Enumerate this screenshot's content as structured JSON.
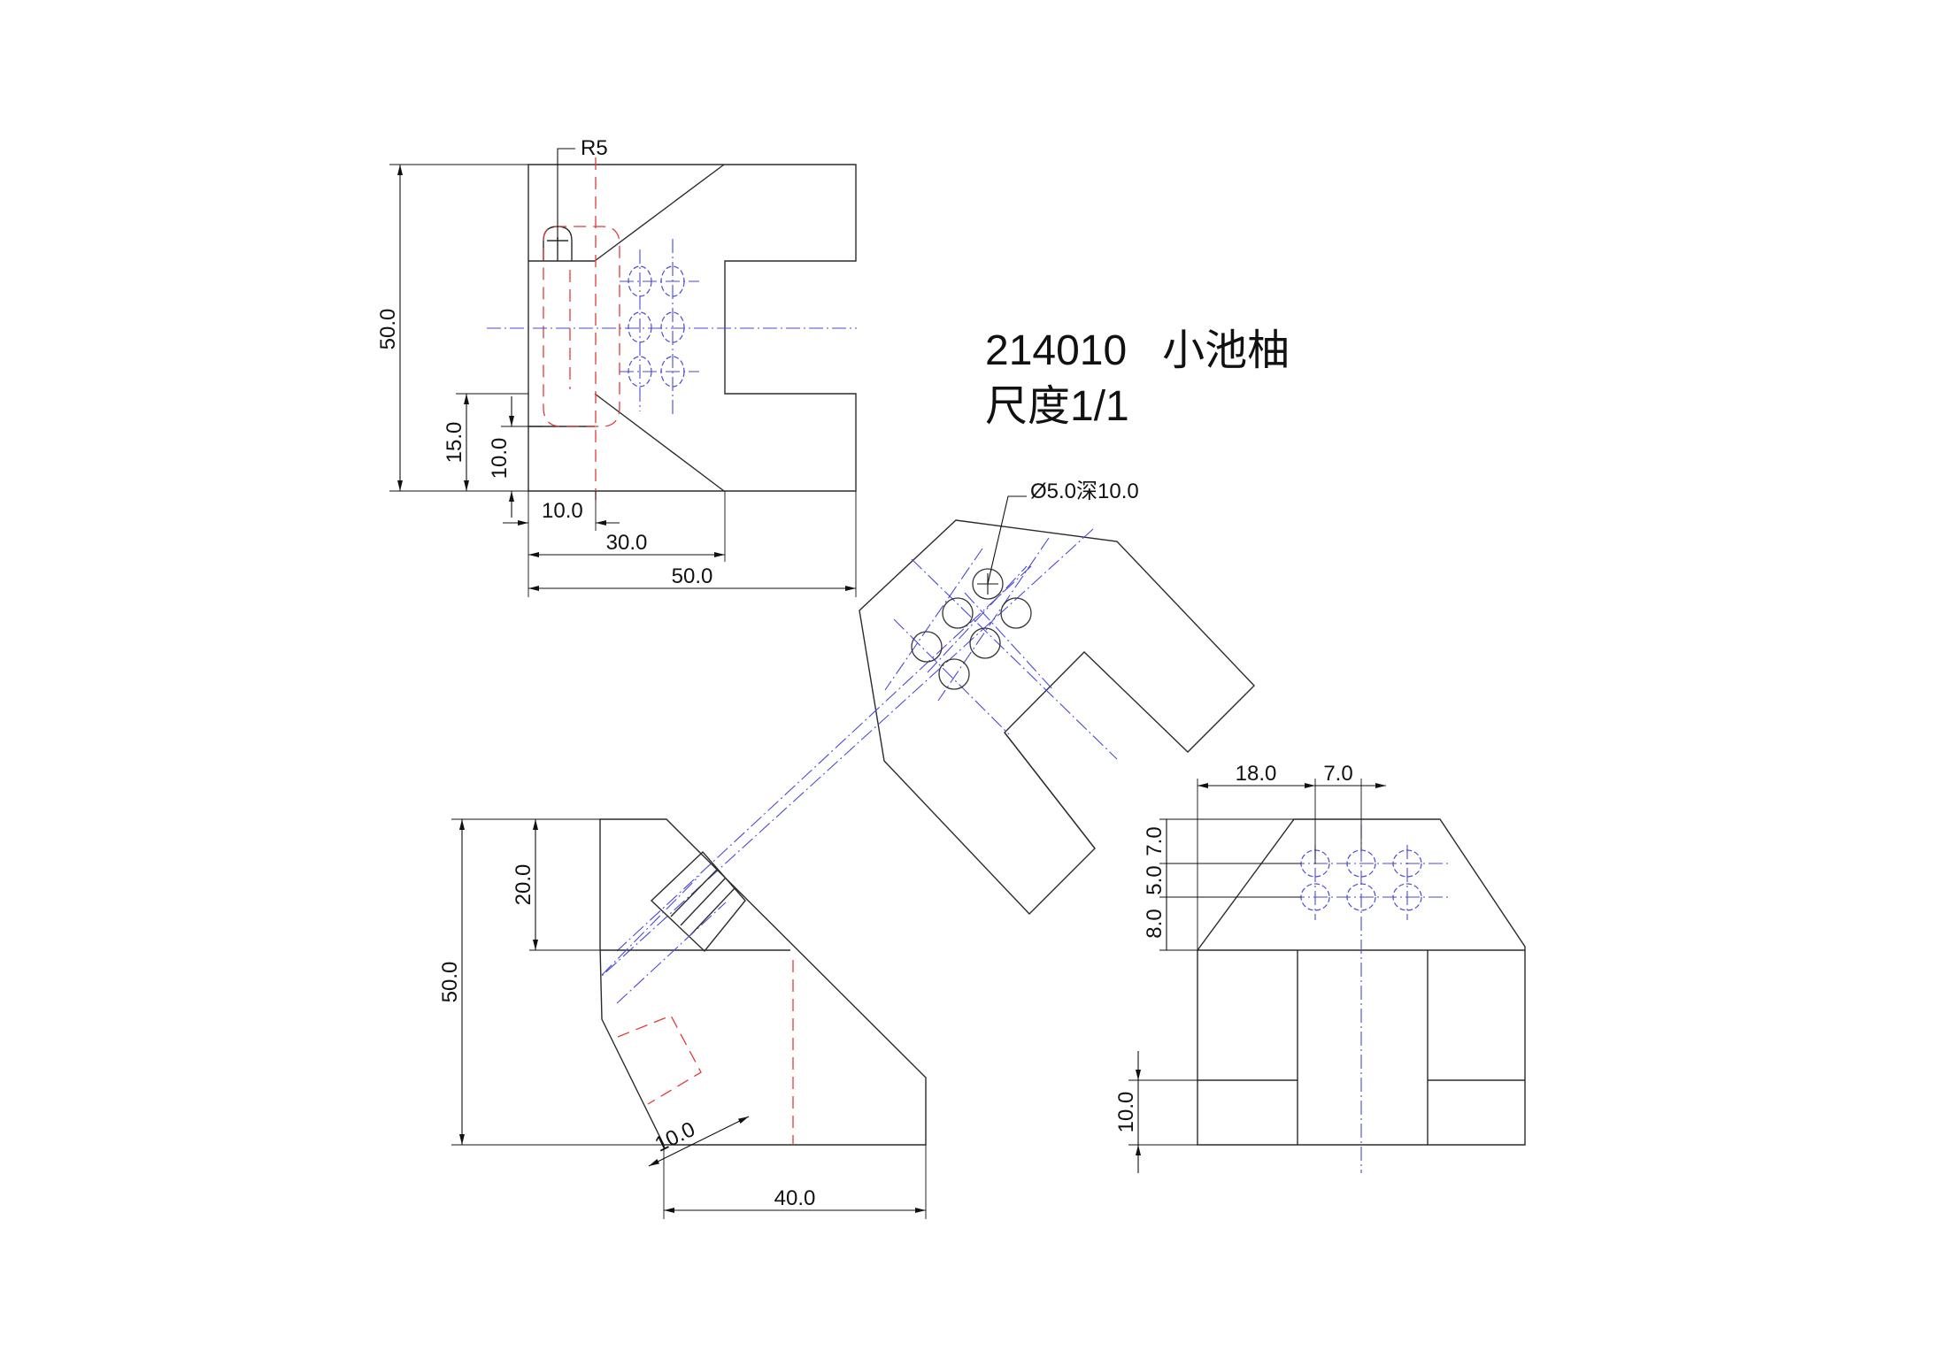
{
  "title": {
    "line1": "214010   小池柚",
    "line2": "尺度1/1"
  },
  "top_view": {
    "radius_label": "R5",
    "dim_height": "50.0",
    "dim_15": "15.0",
    "dim_10_vertical": "10.0",
    "dim_10_horizontal": "10.0",
    "dim_30": "30.0",
    "dim_50": "50.0"
  },
  "iso_view": {
    "hole_callout": "Ø5.0深10.0"
  },
  "front_view": {
    "dim_50": "50.0",
    "dim_20": "20.0",
    "dim_10_slanted": "10.0",
    "dim_40": "40.0"
  },
  "side_view": {
    "dim_18": "18.0",
    "dim_7_top": "7.0",
    "dim_7_vertical": "7.0",
    "dim_5": "5.0",
    "dim_8": "8.0",
    "dim_10": "10.0"
  },
  "colors": {
    "outline": "#2b2b2b",
    "center_line": "#4a4ad6",
    "hidden_line": "#e23a3a"
  }
}
